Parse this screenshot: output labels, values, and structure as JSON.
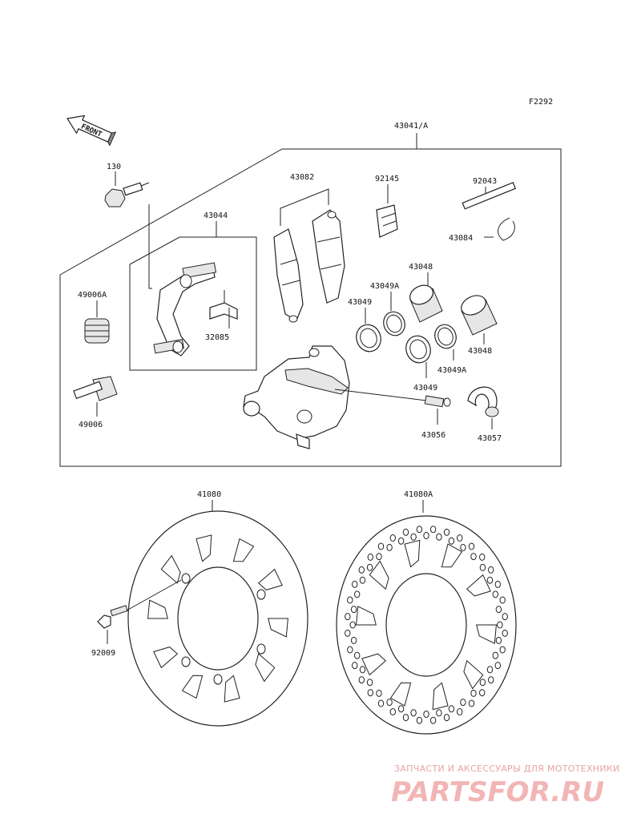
{
  "figure_code": "F2292",
  "front_label": "FRONT",
  "parts": {
    "assembly": "43041/A",
    "bolt": "130",
    "bracket": "43044",
    "pads": "43082",
    "spring": "92145",
    "pin": "92043",
    "clip": "43084",
    "boot_a": "49006A",
    "boot": "49006",
    "shim": "32085",
    "piston_a": "43048",
    "piston_b": "43048",
    "seal_left": "43049",
    "seal_a_upper": "43049A",
    "seal_a_lower": "43049A",
    "seal_lower": "43049",
    "bleeder": "43056",
    "banjo": "43057",
    "disc_left": "41080",
    "disc_right": "41080A",
    "disc_screw": "92009"
  },
  "watermark": {
    "tagline": "ЗАПЧАСТИ И АКСЕССУАРЫ ДЛЯ МОТОТЕХНИКИ",
    "brand": "PARTSFOR.RU"
  }
}
